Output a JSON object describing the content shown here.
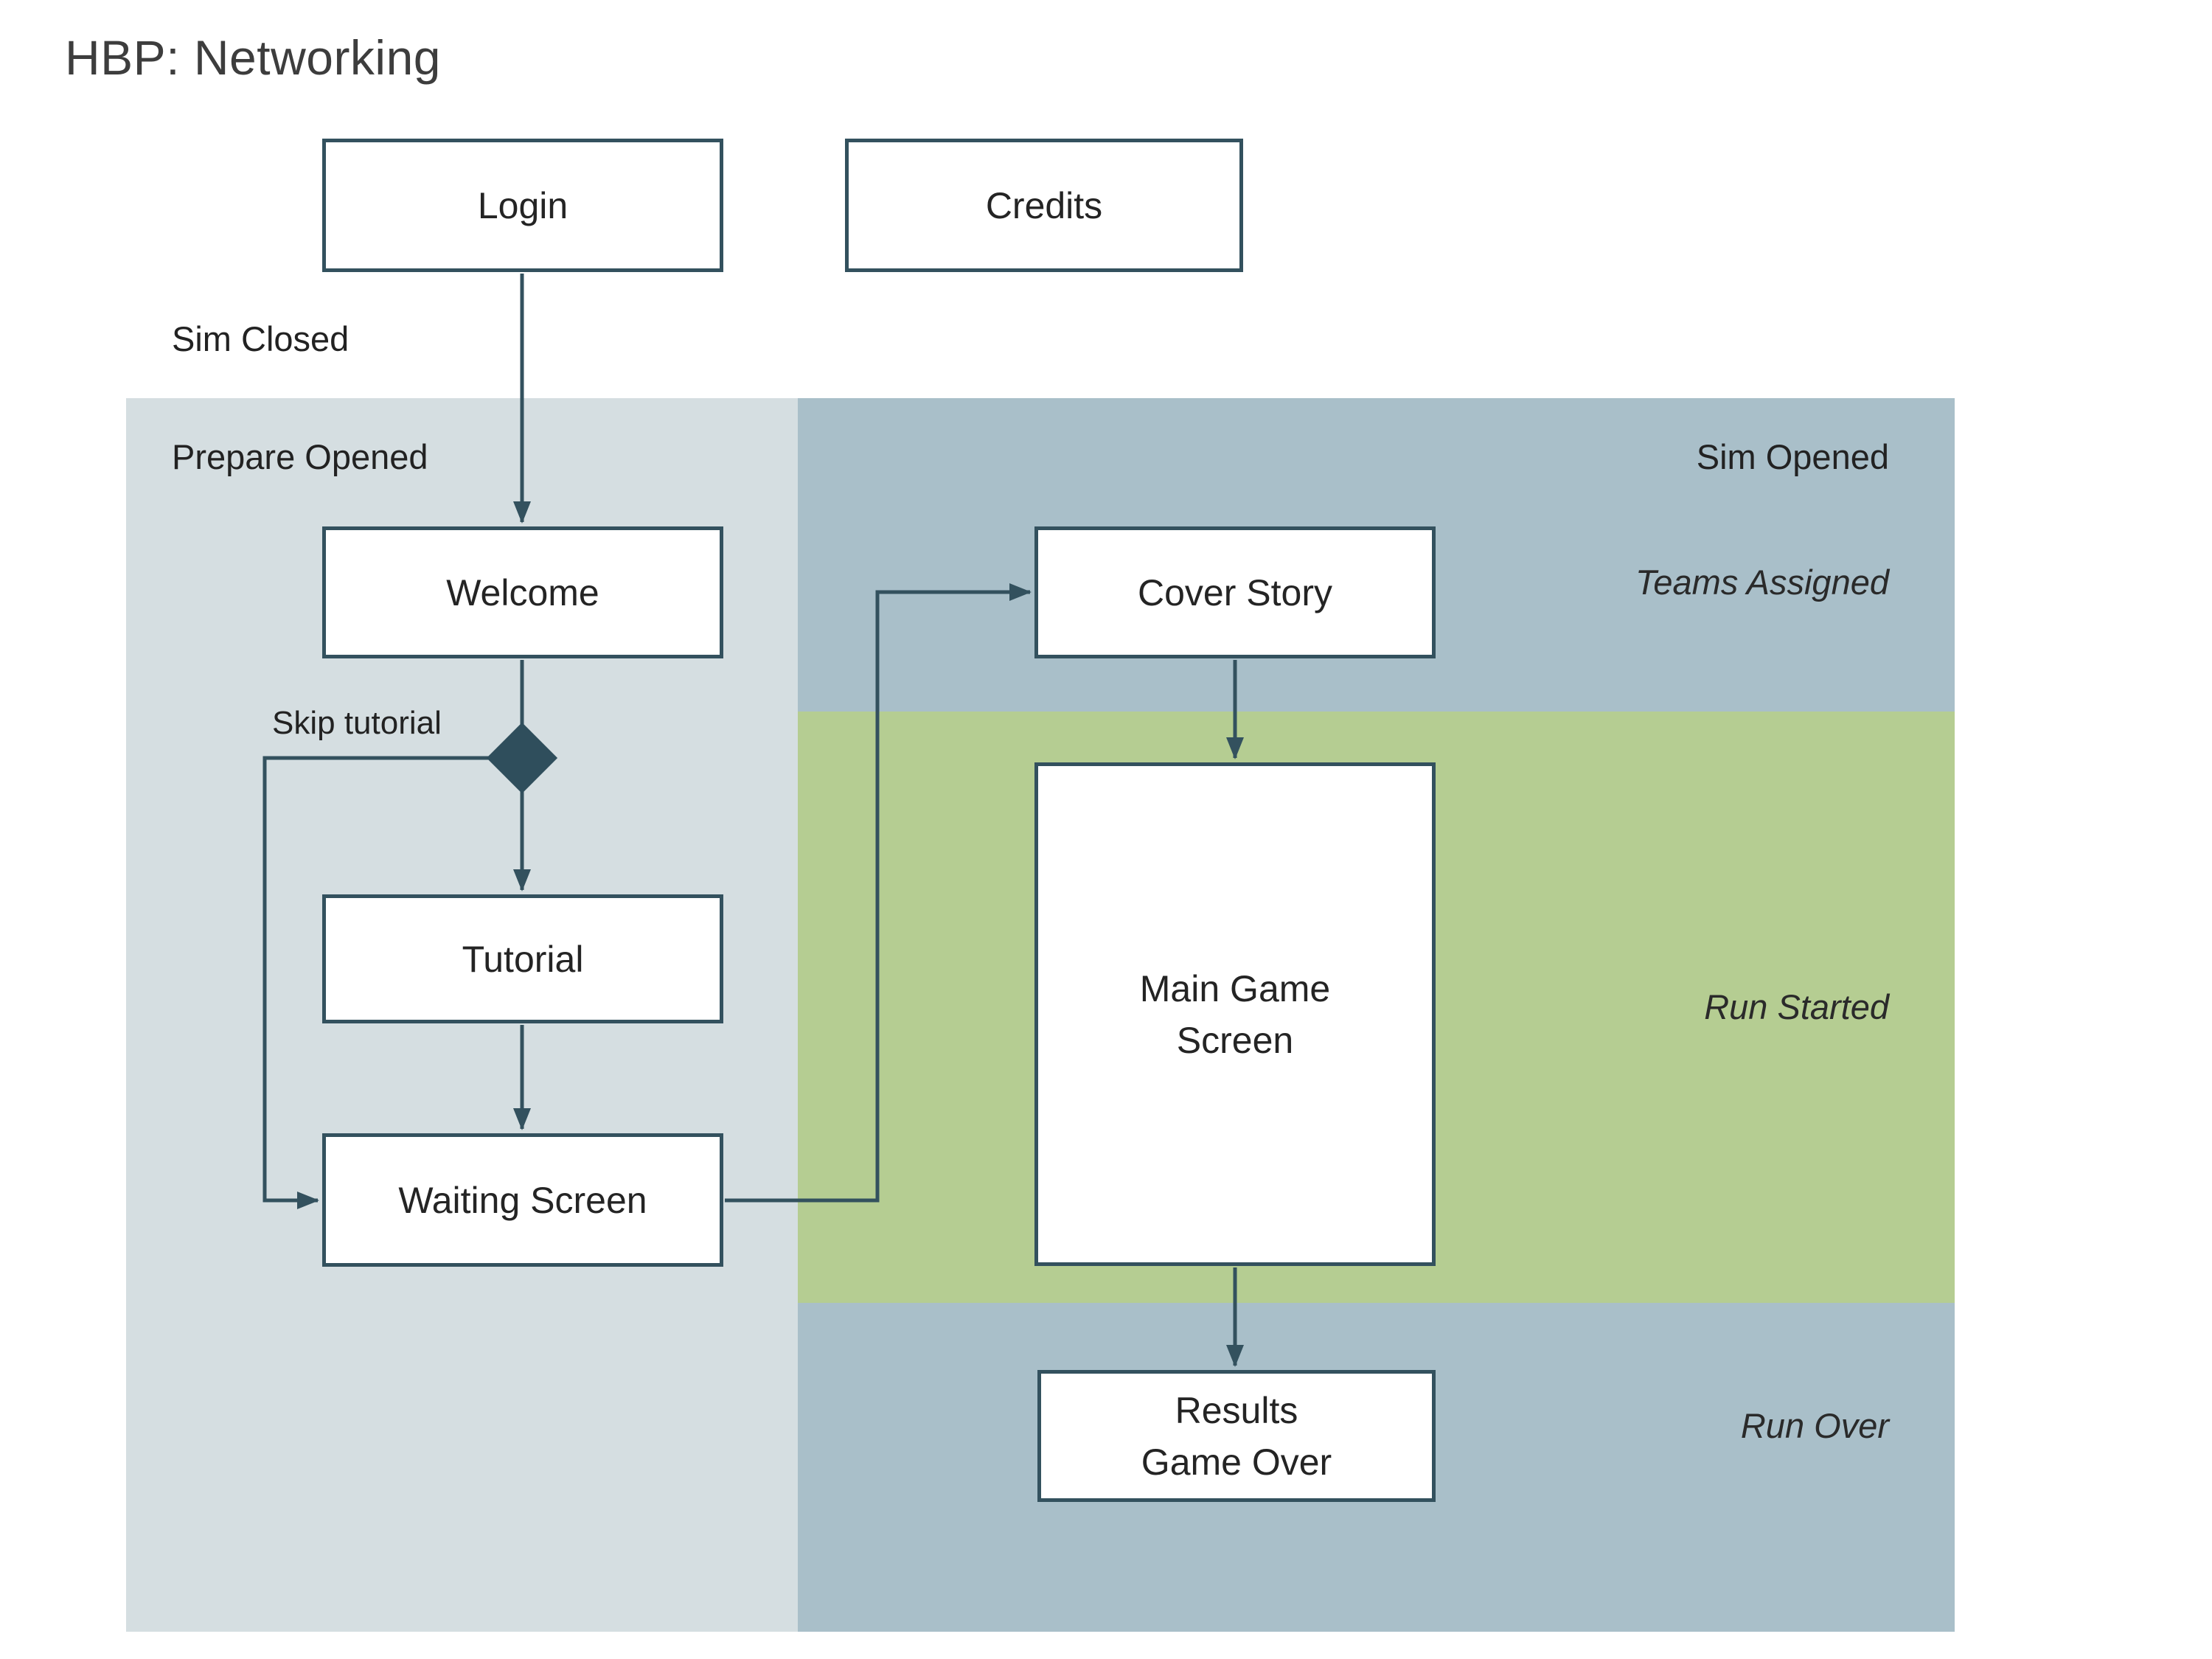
{
  "title": "HBP: Networking",
  "annotations": {
    "sim_closed": "Sim Closed",
    "prepare_opened": "Prepare Opened",
    "sim_opened": "Sim Opened",
    "teams_assigned": "Teams Assigned",
    "run_started": "Run Started",
    "run_over": "Run Over",
    "skip_tutorial": "Skip tutorial"
  },
  "nodes": {
    "login": "Login",
    "credits": "Credits",
    "welcome": "Welcome",
    "tutorial": "Tutorial",
    "waiting_screen": "Waiting Screen",
    "cover_story": "Cover Story",
    "main_game_screen": "Main Game\nScreen",
    "results_game_over": "Results\nGame Over"
  },
  "colors": {
    "prepare_region": "#d5dee1",
    "sim_region": "#a9bfc9",
    "run_started_band": "#b5cd92",
    "stroke": "#33515e",
    "diamond": "#2f4e5c",
    "node_fill": "#ffffff"
  }
}
